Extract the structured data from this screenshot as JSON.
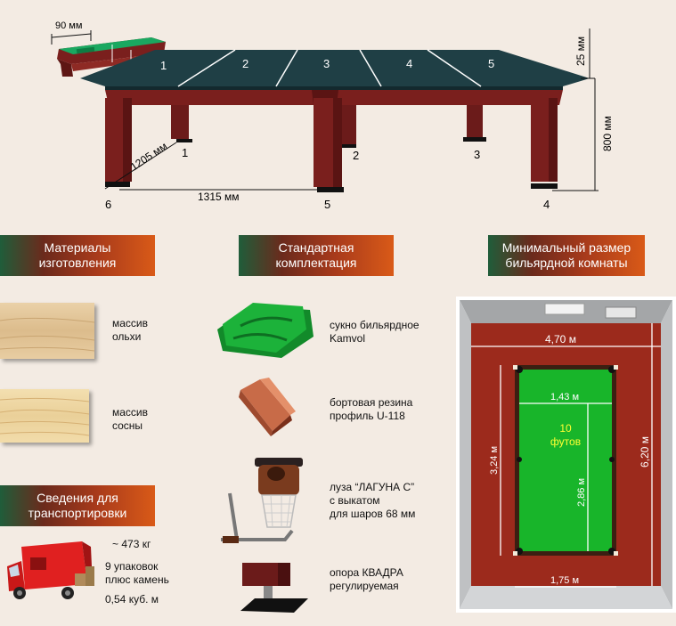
{
  "diagram": {
    "rail_width": "90 мм",
    "slate_thickness": "25 мм",
    "table_height": "800 мм",
    "slate_numbers": [
      "1",
      "2",
      "3",
      "4",
      "5"
    ],
    "leg_numbers": [
      "1",
      "2",
      "3",
      "4",
      "5",
      "6"
    ],
    "length_dim": "1315 мм",
    "width_dim": "1205 мм"
  },
  "sections": {
    "materials": {
      "title_line1": "Материалы",
      "title_line2": "изготовления",
      "items": [
        {
          "line1": "массив",
          "line2": "ольхи"
        },
        {
          "line1": "массив",
          "line2": "сосны"
        }
      ]
    },
    "standard": {
      "title_line1": "Стандартная",
      "title_line2": "комплектация",
      "items": [
        {
          "line1": "сукно бильярдное",
          "line2": "Kamvol",
          "line3": ""
        },
        {
          "line1": "бортовая резина",
          "line2": "профиль U-118",
          "line3": ""
        },
        {
          "line1": "луза “ЛАГУНА С”",
          "line2": "с выкатом",
          "line3": "для шаров 68 мм"
        },
        {
          "line1": "опора КВАДРА",
          "line2": "регулируемая",
          "line3": ""
        }
      ]
    },
    "transport": {
      "title_line1": "Сведения для",
      "title_line2": "транспортировки",
      "weight": "~ 473 кг",
      "packages_line1": "9 упаковок",
      "packages_line2": "плюс камень",
      "volume": "0,54 куб. м"
    },
    "room": {
      "title_line1": "Минимальный размер",
      "title_line2": "бильярдной комнаты",
      "room_width": "4,70 м",
      "room_length": "6,20 м",
      "play_width": "1,43 м",
      "play_length": "2,86 м",
      "table_width": "1,75 м",
      "table_length": "3,24 м",
      "table_size_line1": "10",
      "table_size_line2": "футов"
    }
  },
  "colors": {
    "cloth": "#1f3f45",
    "wood": "#7a1f1d",
    "felt_green": "#18b52a",
    "carpet": "#9c2a1c",
    "header_start": "#1f5d3a",
    "header_end": "#d95a18",
    "accent_yellow": "#ffff33"
  }
}
